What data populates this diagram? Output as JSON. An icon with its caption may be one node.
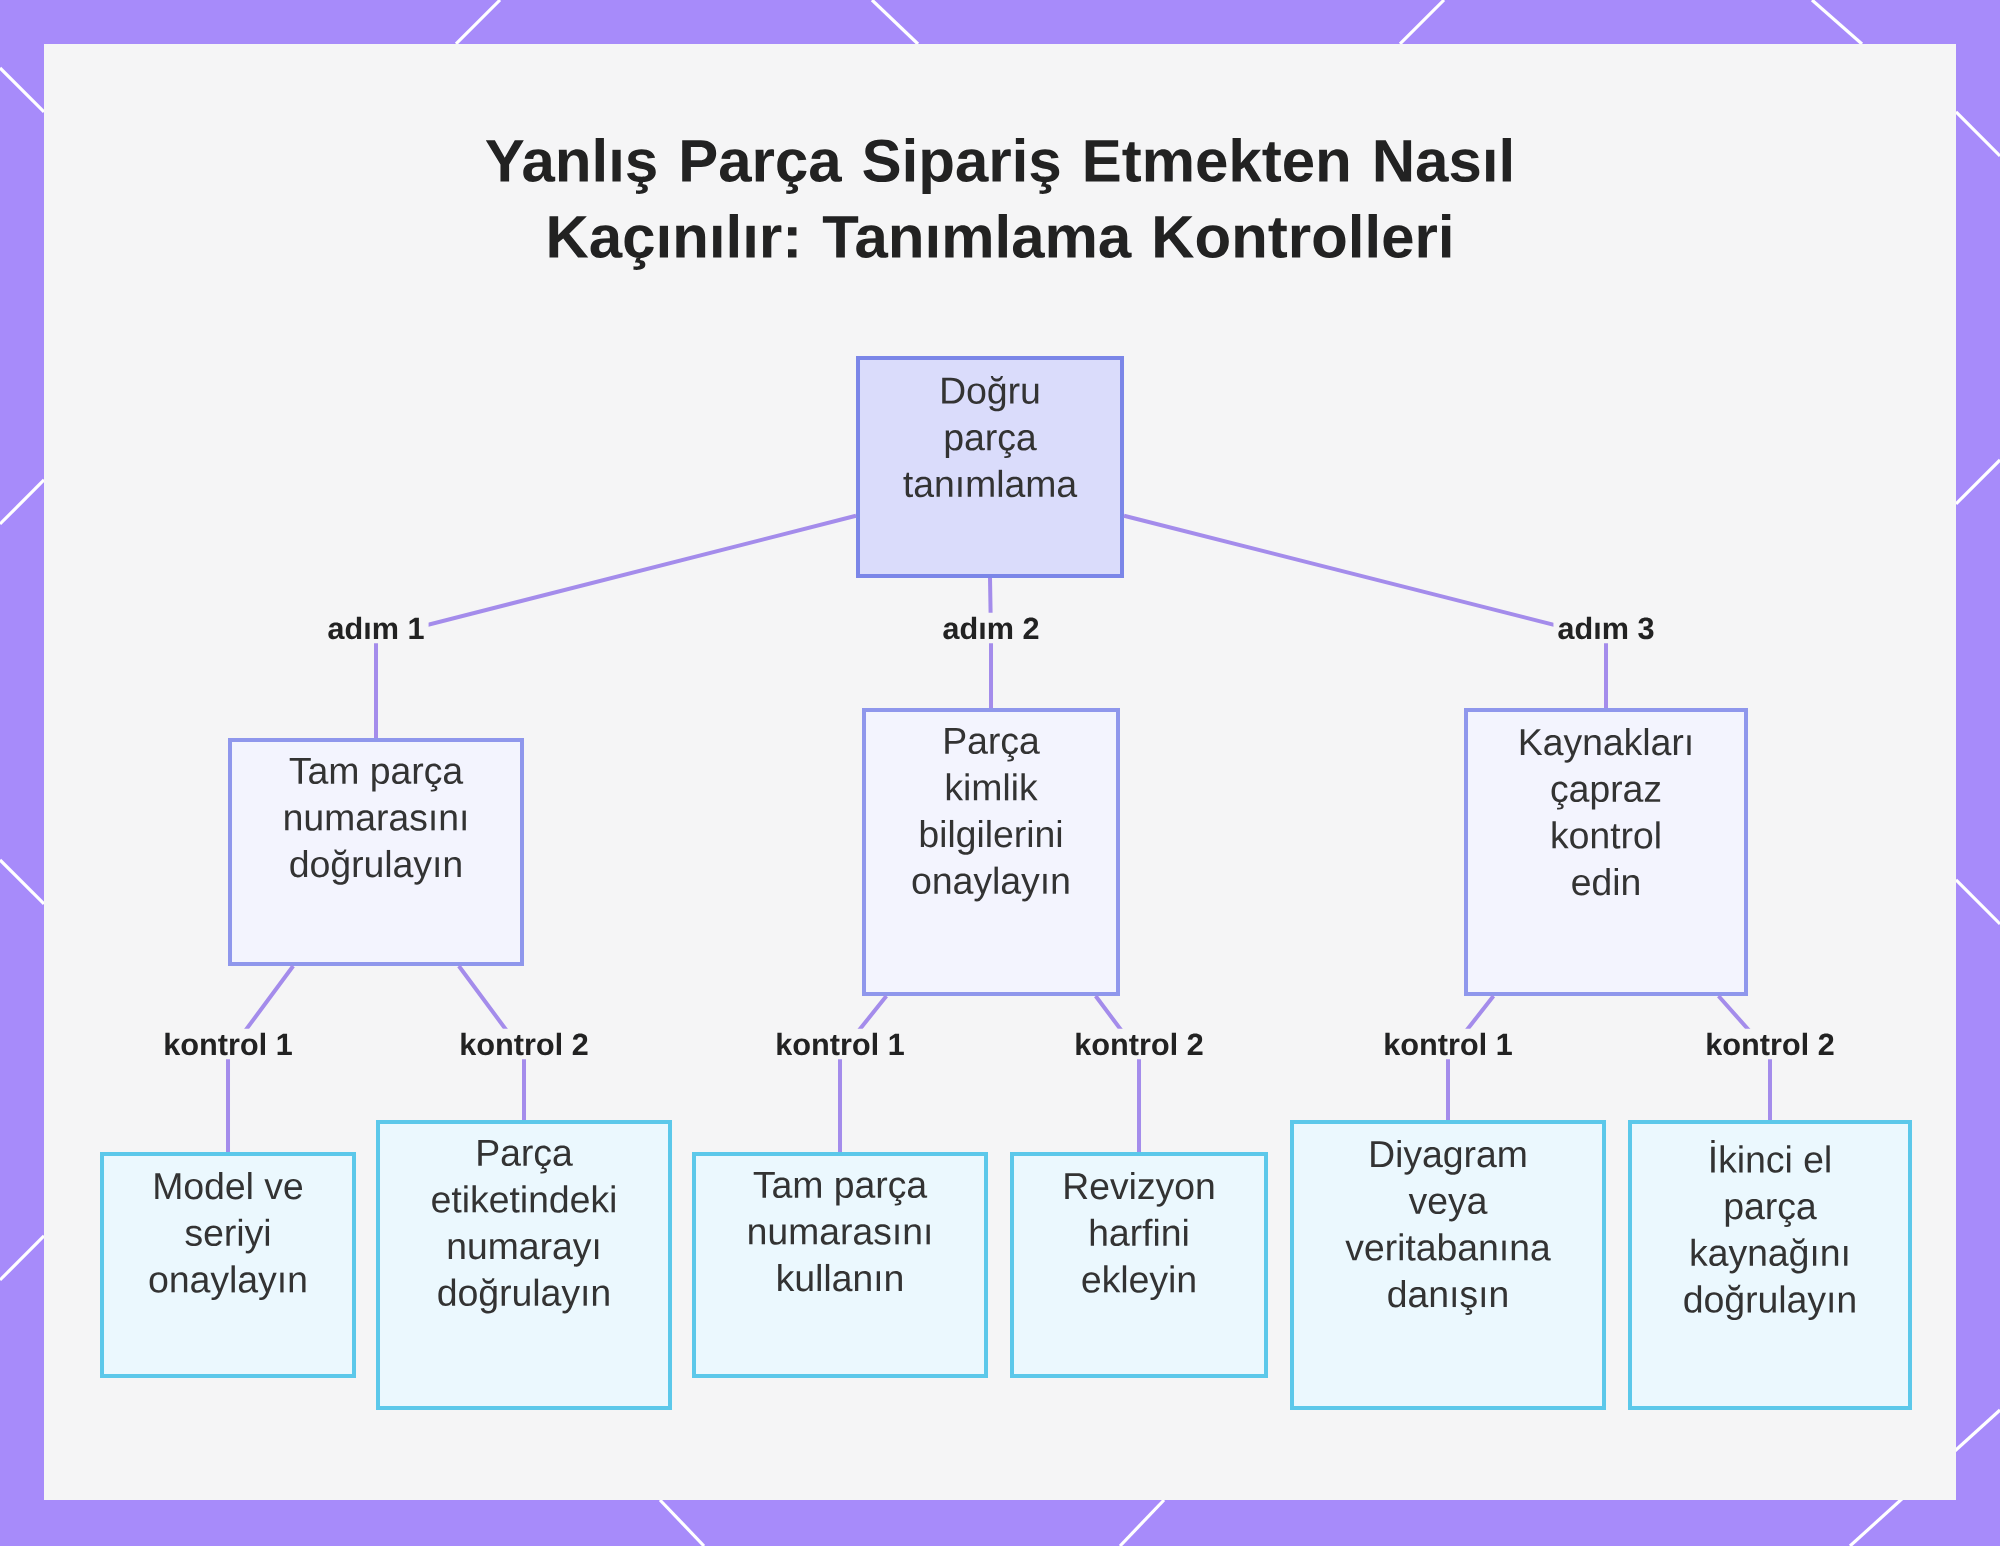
{
  "diagram": {
    "title": "Yanlış Parça Sipariş Etmekten Nasıl Kaçınılır: Tanımlama Kontrolleri",
    "nodes": [
      {
        "text": [
          "Doğru parça tanımlama"
        ]
      },
      {
        "text": [
          "Tam parça numarasını doğrulayın"
        ]
      },
      {
        "text": [
          "Parça kimlik bilgilerini onaylayın"
        ]
      },
      {
        "text": [
          "Kaynakları çapraz kontrol edin"
        ]
      },
      {
        "text": [
          "Model ve seriyi onaylayın"
        ]
      },
      {
        "text": [
          "Parça etiketindeki numarayı doğrulayın"
        ]
      },
      {
        "text": [
          "Tam parça numarasını kullanın"
        ]
      },
      {
        "text": [
          "Revizyon harfini ekleyin"
        ]
      },
      {
        "text": [
          "Diyagram veya veritabanına danışın"
        ]
      },
      {
        "text": [
          "İkinci el parça kaynağını doğrulayın"
        ]
      }
    ],
    "edges": [
      {
        "from": 0,
        "to": 1,
        "arrow": "none",
        "label": "adım 1"
      },
      {
        "from": 0,
        "to": 2,
        "arrow": "none",
        "label": "adım 2"
      },
      {
        "from": 0,
        "to": 3,
        "arrow": "none",
        "label": "adım 3"
      },
      {
        "from": 1,
        "to": 4,
        "arrow": "none",
        "label": "kontrol 1"
      },
      {
        "from": 1,
        "to": 5,
        "arrow": "none",
        "label": "kontrol 2"
      },
      {
        "from": 2,
        "to": 6,
        "arrow": "none",
        "label": "kontrol 1"
      },
      {
        "from": 2,
        "to": 7,
        "arrow": "none",
        "label": "kontrol 2"
      },
      {
        "from": 3,
        "to": 8,
        "arrow": "none",
        "label": "kontrol 1"
      },
      {
        "from": 3,
        "to": 9,
        "arrow": "none",
        "label": "kontrol 2"
      }
    ]
  }
}
